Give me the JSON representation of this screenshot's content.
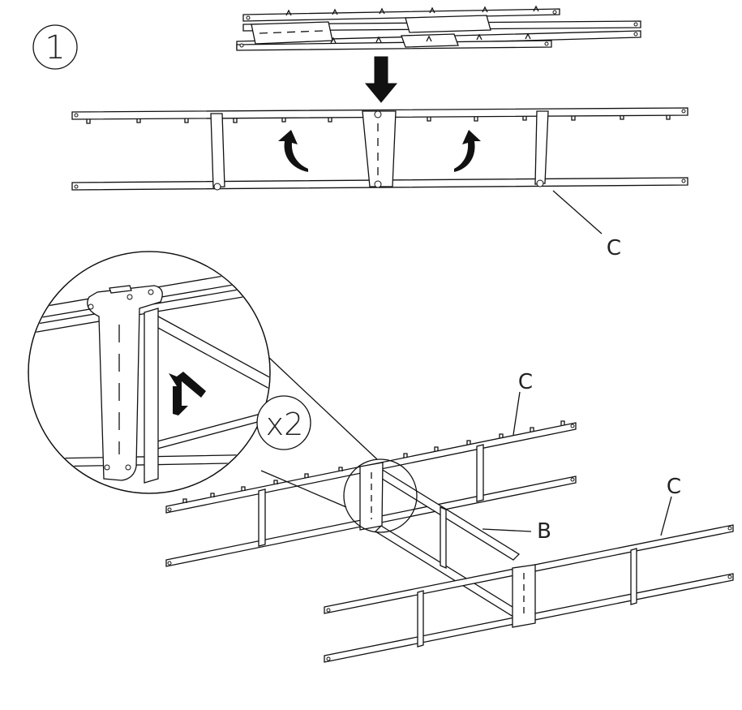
{
  "step": {
    "number": "1"
  },
  "labels": {
    "rail_top": "C",
    "rail_left": "C",
    "rail_right": "C",
    "crossbar": "B"
  },
  "detail": {
    "multiplier": "x2"
  },
  "colors": {
    "line": "#111111",
    "background": "#ffffff",
    "arrow_fill": "#111111"
  }
}
